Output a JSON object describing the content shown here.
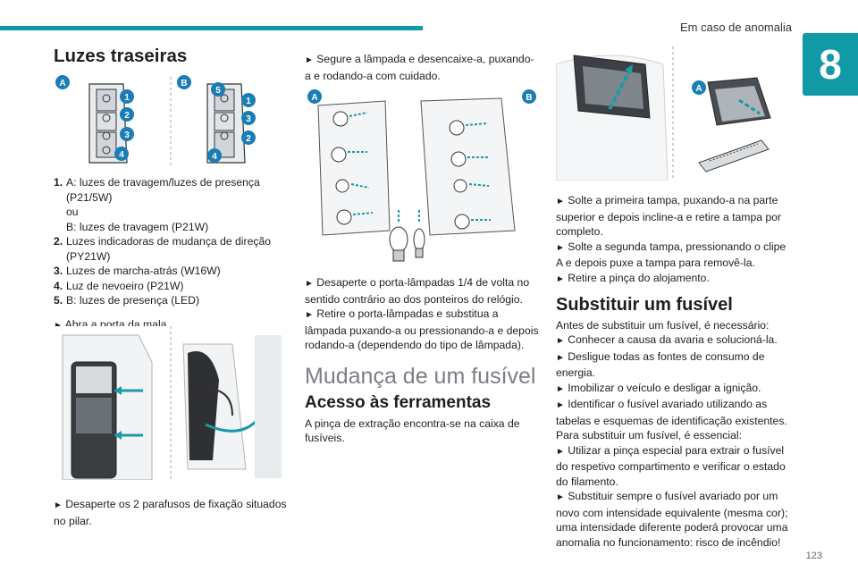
{
  "header": {
    "chapter_name": "Em caso de anomalia",
    "chapter_number": "8",
    "page_number": "123"
  },
  "col1": {
    "title": "Luzes traseiras",
    "fig_labels": {
      "a": "A",
      "b": "B"
    },
    "fig_a_numbers": [
      "1",
      "2",
      "3",
      "4"
    ],
    "fig_b_numbers": [
      "5",
      "1",
      "3",
      "2",
      "4"
    ],
    "list": [
      {
        "num": "1.",
        "lines": [
          "A: luzes de travagem/luzes de presença",
          "(P21/5W)",
          "ou",
          "B: luzes de travagem (P21W)"
        ]
      },
      {
        "num": "2.",
        "lines": [
          "Luzes indicadoras de mudança de direção",
          "(PY21W)"
        ]
      },
      {
        "num": "3.",
        "lines": [
          "Luzes de marcha-atrás (W16W)"
        ]
      },
      {
        "num": "4.",
        "lines": [
          "Luz de nevoeiro (P21W)"
        ]
      },
      {
        "num": "5.",
        "lines": [
          "B: luzes de presença (LED)"
        ]
      }
    ],
    "step_open": "Abra a porta da mala.",
    "step_unscrew": "Desaperte os 2 parafusos de fixação situados no pilar."
  },
  "col2": {
    "step_hold": "Segure a lâmpada e desencaixe-a, puxando-a e rodando-a com cuidado.",
    "fig_labels": {
      "a": "A",
      "b": "B"
    },
    "step_unscrew_holders": "Desaperte o porta-lâmpadas 1/4 de volta no sentido contrário ao dos ponteiros do relógio.",
    "step_remove_holder": "Retire o porta-lâmpadas e substitua a lâmpada puxando-a ou pressionando-a e depois rodando-a (dependendo do tipo de lâmpada).",
    "section_title": "Mudança de um fusível",
    "subsection_title": "Acesso às ferramentas",
    "tools_text": "A pinça de extração encontra-se na caixa de fusíveis."
  },
  "col3": {
    "fig_label_a": "A",
    "steps1": [
      "Solte a primeira tampa, puxando-a na parte superior e depois incline-a e retire a tampa por completo.",
      "Solte a segunda tampa, pressionando o clipe A e depois puxe a tampa para removê-la.",
      "Retire a pinça do alojamento."
    ],
    "subsection_title": "Substituir um fusível",
    "intro": "Antes de substituir um fusível, é necessário:",
    "steps2": [
      "Conhecer a causa da avaria e solucioná-la.",
      "Desligue todas as fontes de consumo de energia.",
      "Imobilizar o veículo e desligar a ignição.",
      "Identificar o fusível avariado utilizando as tabelas e esquemas de identificação existentes."
    ],
    "intro2": "Para substituir um fusível, é essencial:",
    "steps3": [
      "Utilizar a pinça especial para extrair o fusível do respetivo compartimento e verificar o estado do filamento.",
      "Substituir sempre o fusível avariado por um novo com intensidade equivalente (mesma cor); uma intensidade diferente poderá provocar uma anomalia no funcionamento: risco de incêndio!"
    ]
  },
  "colors": {
    "accent": "#0f9aa6",
    "badge": "#1a7db5",
    "subtitle_gray": "#7a7f86"
  }
}
